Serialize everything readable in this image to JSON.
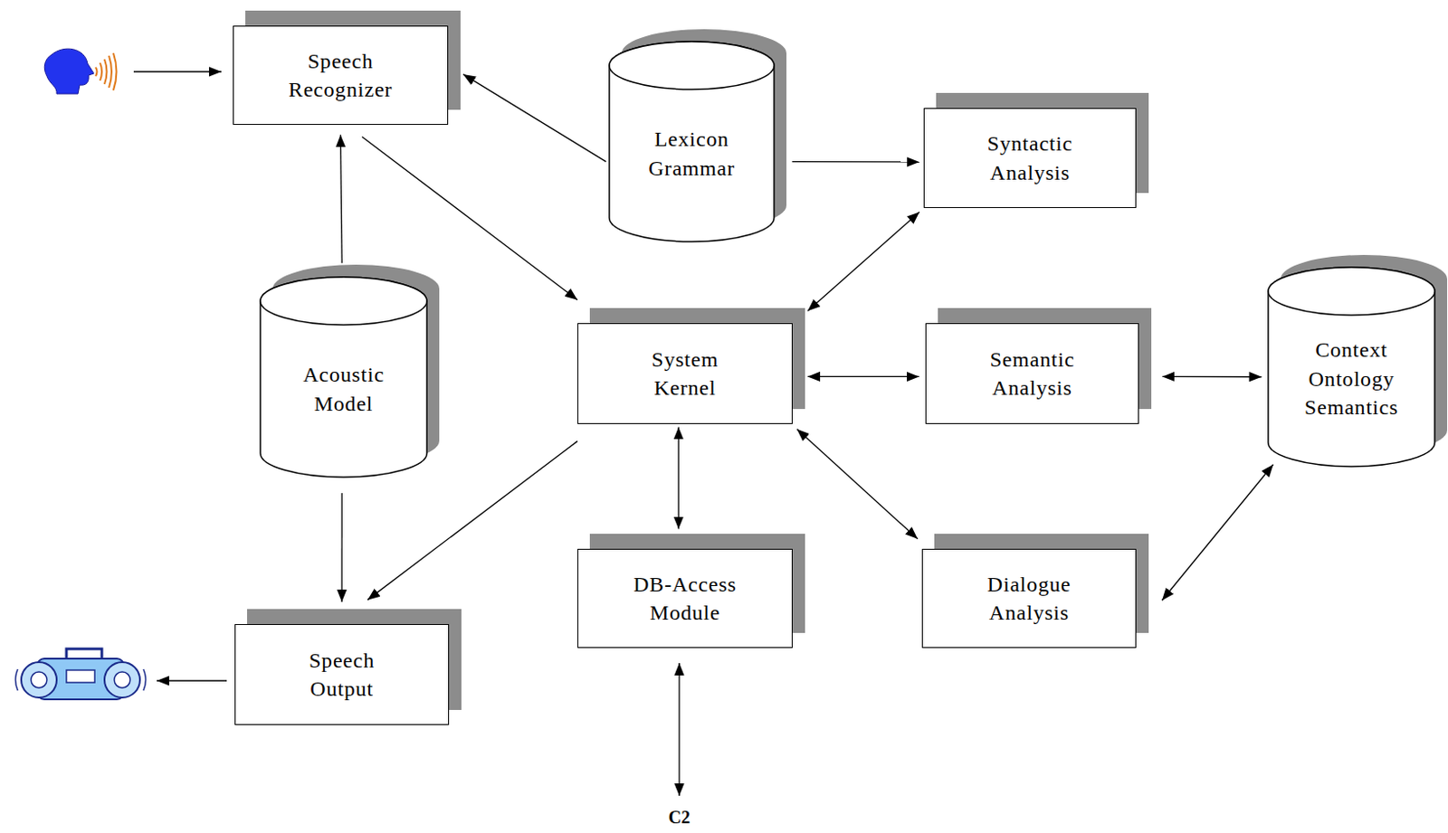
{
  "diagram": {
    "nodes": [
      {
        "text": [
          "Speech Recognizer"
        ]
      },
      {
        "text": [
          "Lexicon Grammar"
        ]
      },
      {
        "text": [
          "Syntactic Analysis"
        ]
      },
      {
        "text": [
          "Acoustic Model"
        ]
      },
      {
        "text": [
          "System Kernel"
        ]
      },
      {
        "text": [
          "Semantic Analysis"
        ]
      },
      {
        "text": [
          "Context Ontology Semantics"
        ]
      },
      {
        "text": [
          "DB-Access Module"
        ]
      },
      {
        "text": [
          "Dialogue Analysis"
        ]
      },
      {
        "text": [
          "Speech Output"
        ]
      }
    ],
    "edges": [
      {
        "from": 1,
        "to": 0,
        "arrow": "to"
      },
      {
        "from": 1,
        "to": 2,
        "arrow": "to"
      },
      {
        "from": 3,
        "to": 0,
        "arrow": "to"
      },
      {
        "from": 0,
        "to": 4,
        "arrow": "to"
      },
      {
        "from": 4,
        "to": 2,
        "arrow": "both"
      },
      {
        "from": 4,
        "to": 5,
        "arrow": "both"
      },
      {
        "from": 5,
        "to": 6,
        "arrow": "both"
      },
      {
        "from": 4,
        "to": 7,
        "arrow": "both"
      },
      {
        "from": 4,
        "to": 8,
        "arrow": "both"
      },
      {
        "from": 8,
        "to": 6,
        "arrow": "both"
      },
      {
        "from": 4,
        "to": 9,
        "arrow": "to"
      },
      {
        "from": 3,
        "to": 9,
        "arrow": "to"
      }
    ],
    "labels": [
      "C2"
    ]
  }
}
